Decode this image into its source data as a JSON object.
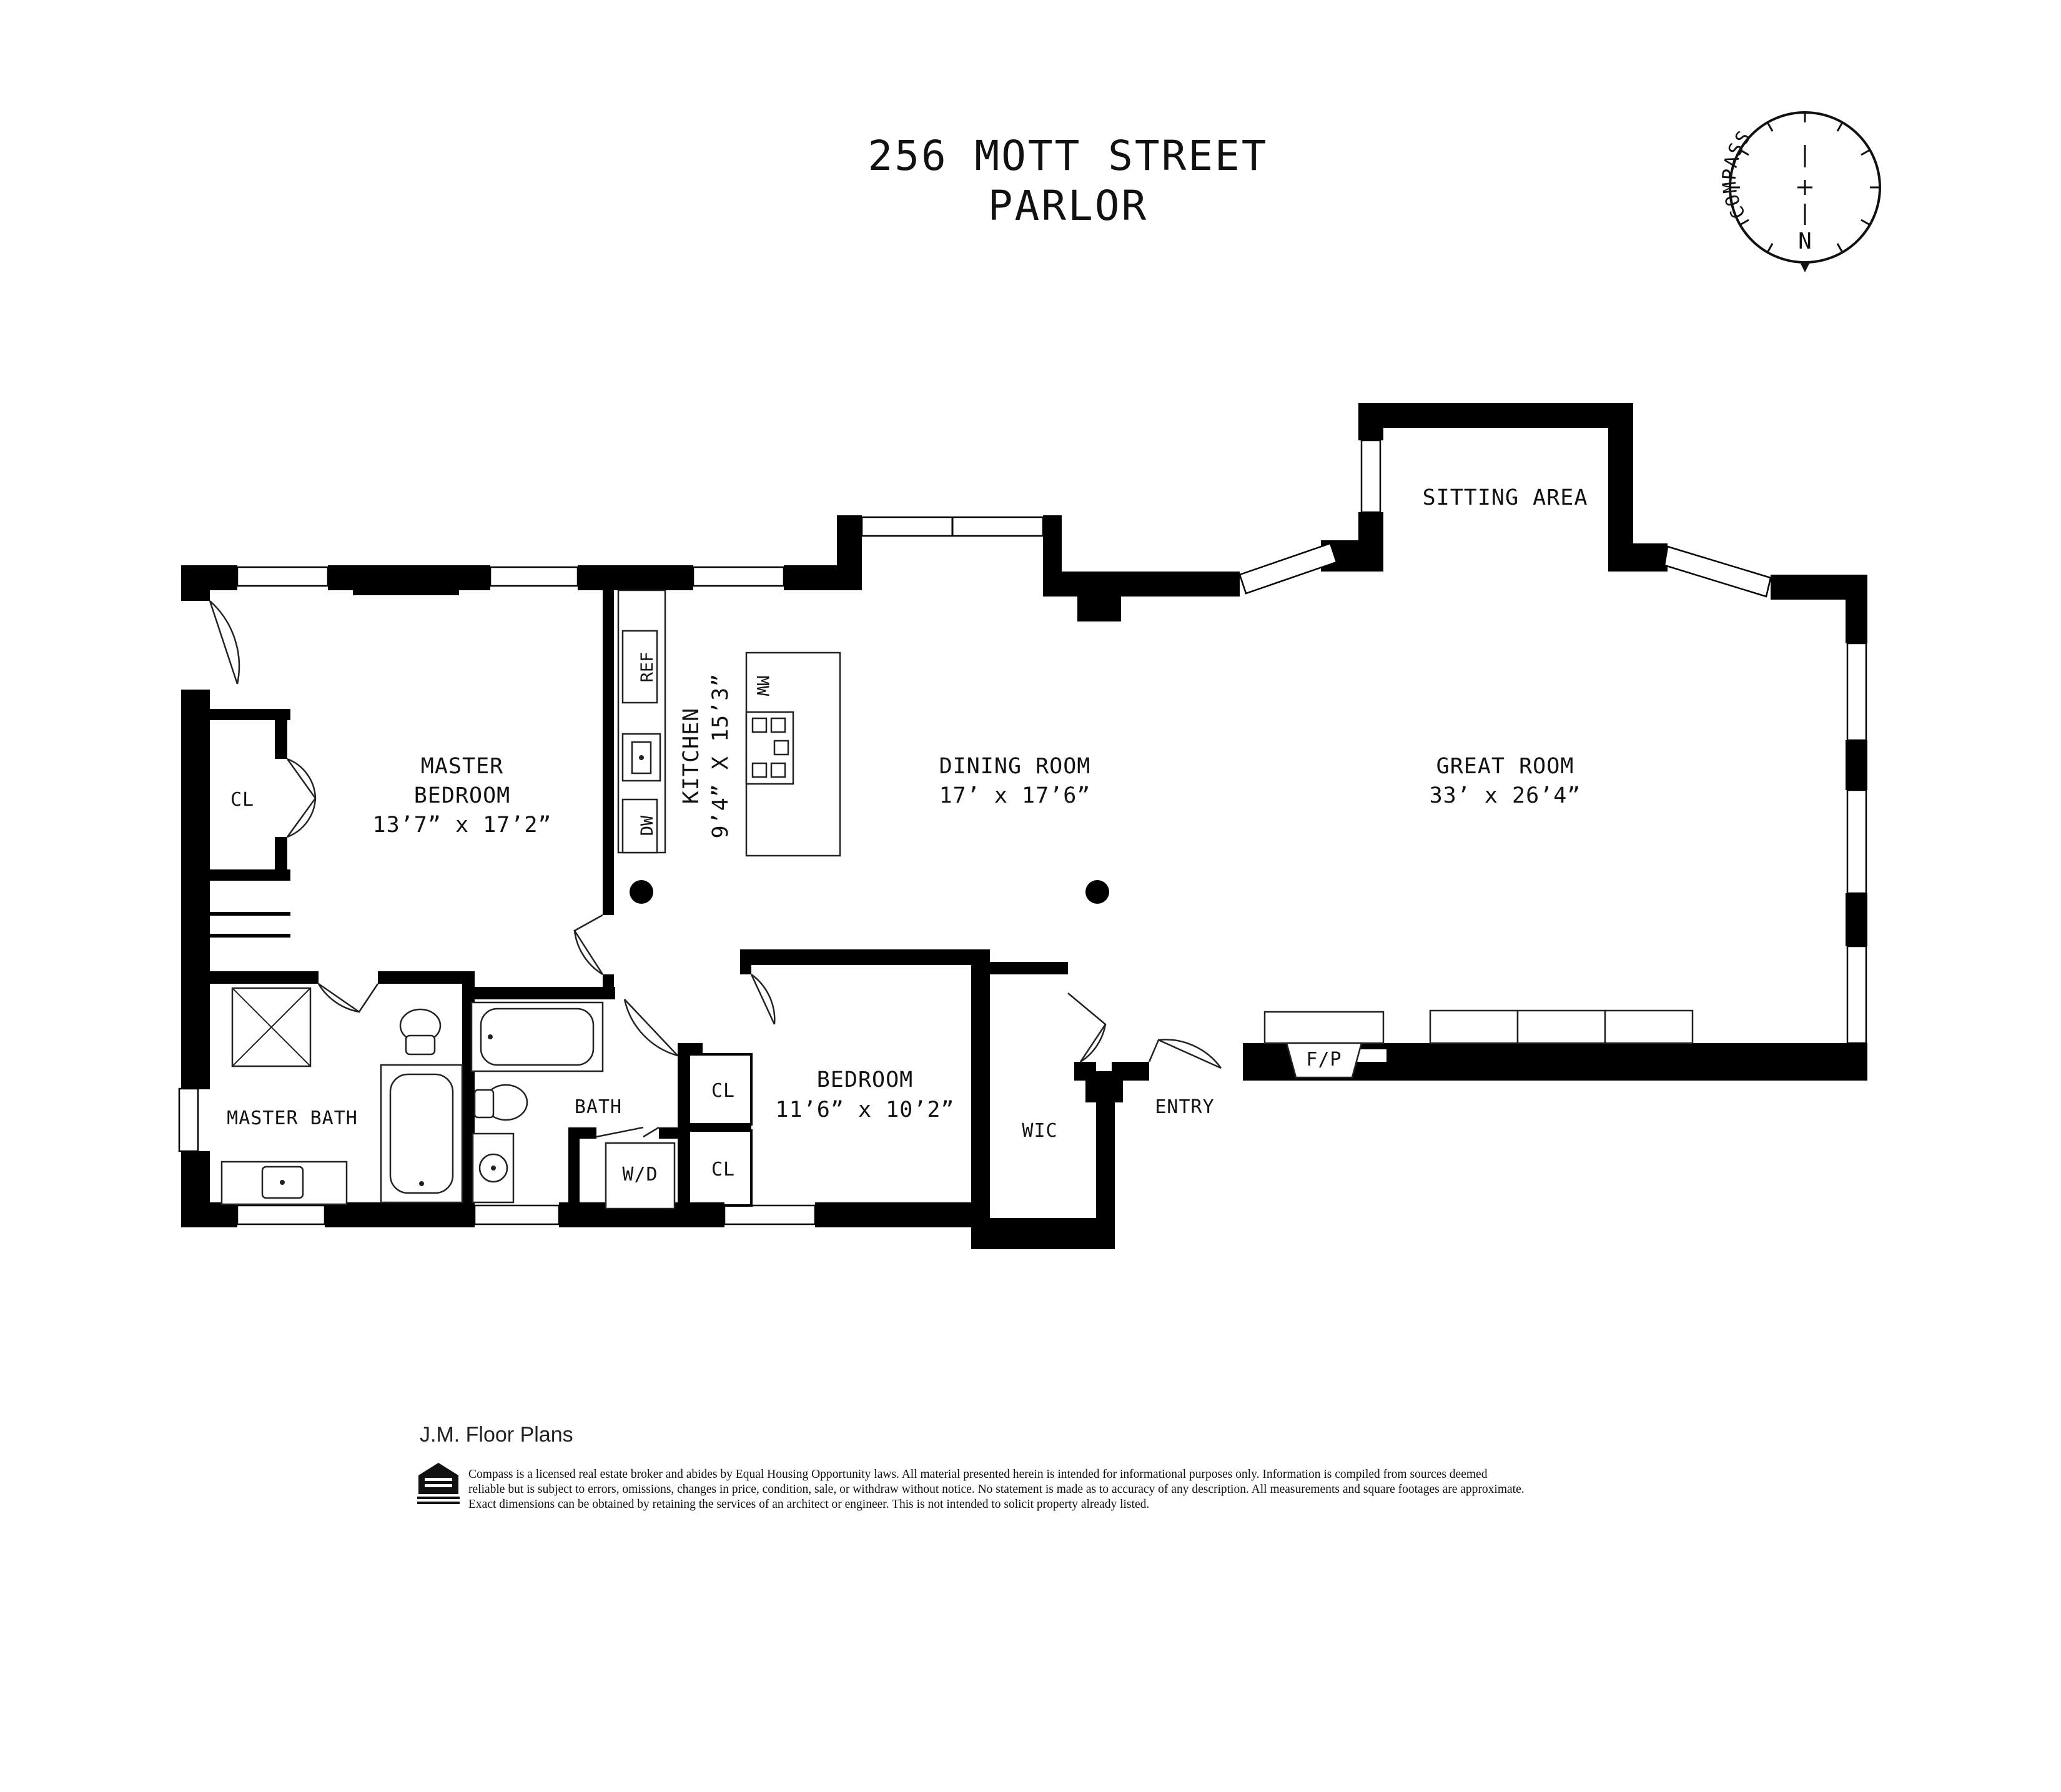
{
  "title": {
    "address": "256 MOTT STREET",
    "floor": "PARLOR"
  },
  "compass": {
    "brand": "COMPASS",
    "north": "N",
    "north_color": "#e0141e"
  },
  "rooms": {
    "sitting_area": {
      "name": "SITTING AREA"
    },
    "great_room": {
      "name": "GREAT ROOM",
      "dims": "33’ x 26’4”"
    },
    "dining_room": {
      "name": "DINING ROOM",
      "dims": "17’ x 17’6”"
    },
    "kitchen": {
      "name": "KITCHEN",
      "dims": "9’4” X 15’3”"
    },
    "master_bedroom": {
      "name_line1": "MASTER",
      "name_line2": "BEDROOM",
      "dims": "13’7” x 17’2”"
    },
    "master_bath": {
      "name": "MASTER BATH"
    },
    "bath": {
      "name": "BATH"
    },
    "bedroom": {
      "name": "BEDROOM",
      "dims": "11’6” x 10’2”"
    },
    "wic": {
      "name": "WIC"
    },
    "entry": {
      "name": "ENTRY"
    }
  },
  "fixtures": {
    "ref": "REF",
    "dw": "DW",
    "mw": "MW",
    "wd": "W/D",
    "fp": "F/P",
    "closet": "CL"
  },
  "footer": {
    "credit": "J.M. Floor Plans",
    "disclaimer_line1": "Compass is a licensed real estate broker and abides by Equal Housing Opportunity laws. All material presented herein is intended for informational purposes only. Information is compiled from sources deemed",
    "disclaimer_line2": "reliable but is subject to errors, omissions, changes in price, condition, sale, or withdraw without notice. No statement is made as to accuracy of any description. All measurements and square footages are approximate.",
    "disclaimer_line3": "Exact dimensions can be obtained by retaining the services of an architect or engineer. This is not intended to solicit property already listed."
  }
}
